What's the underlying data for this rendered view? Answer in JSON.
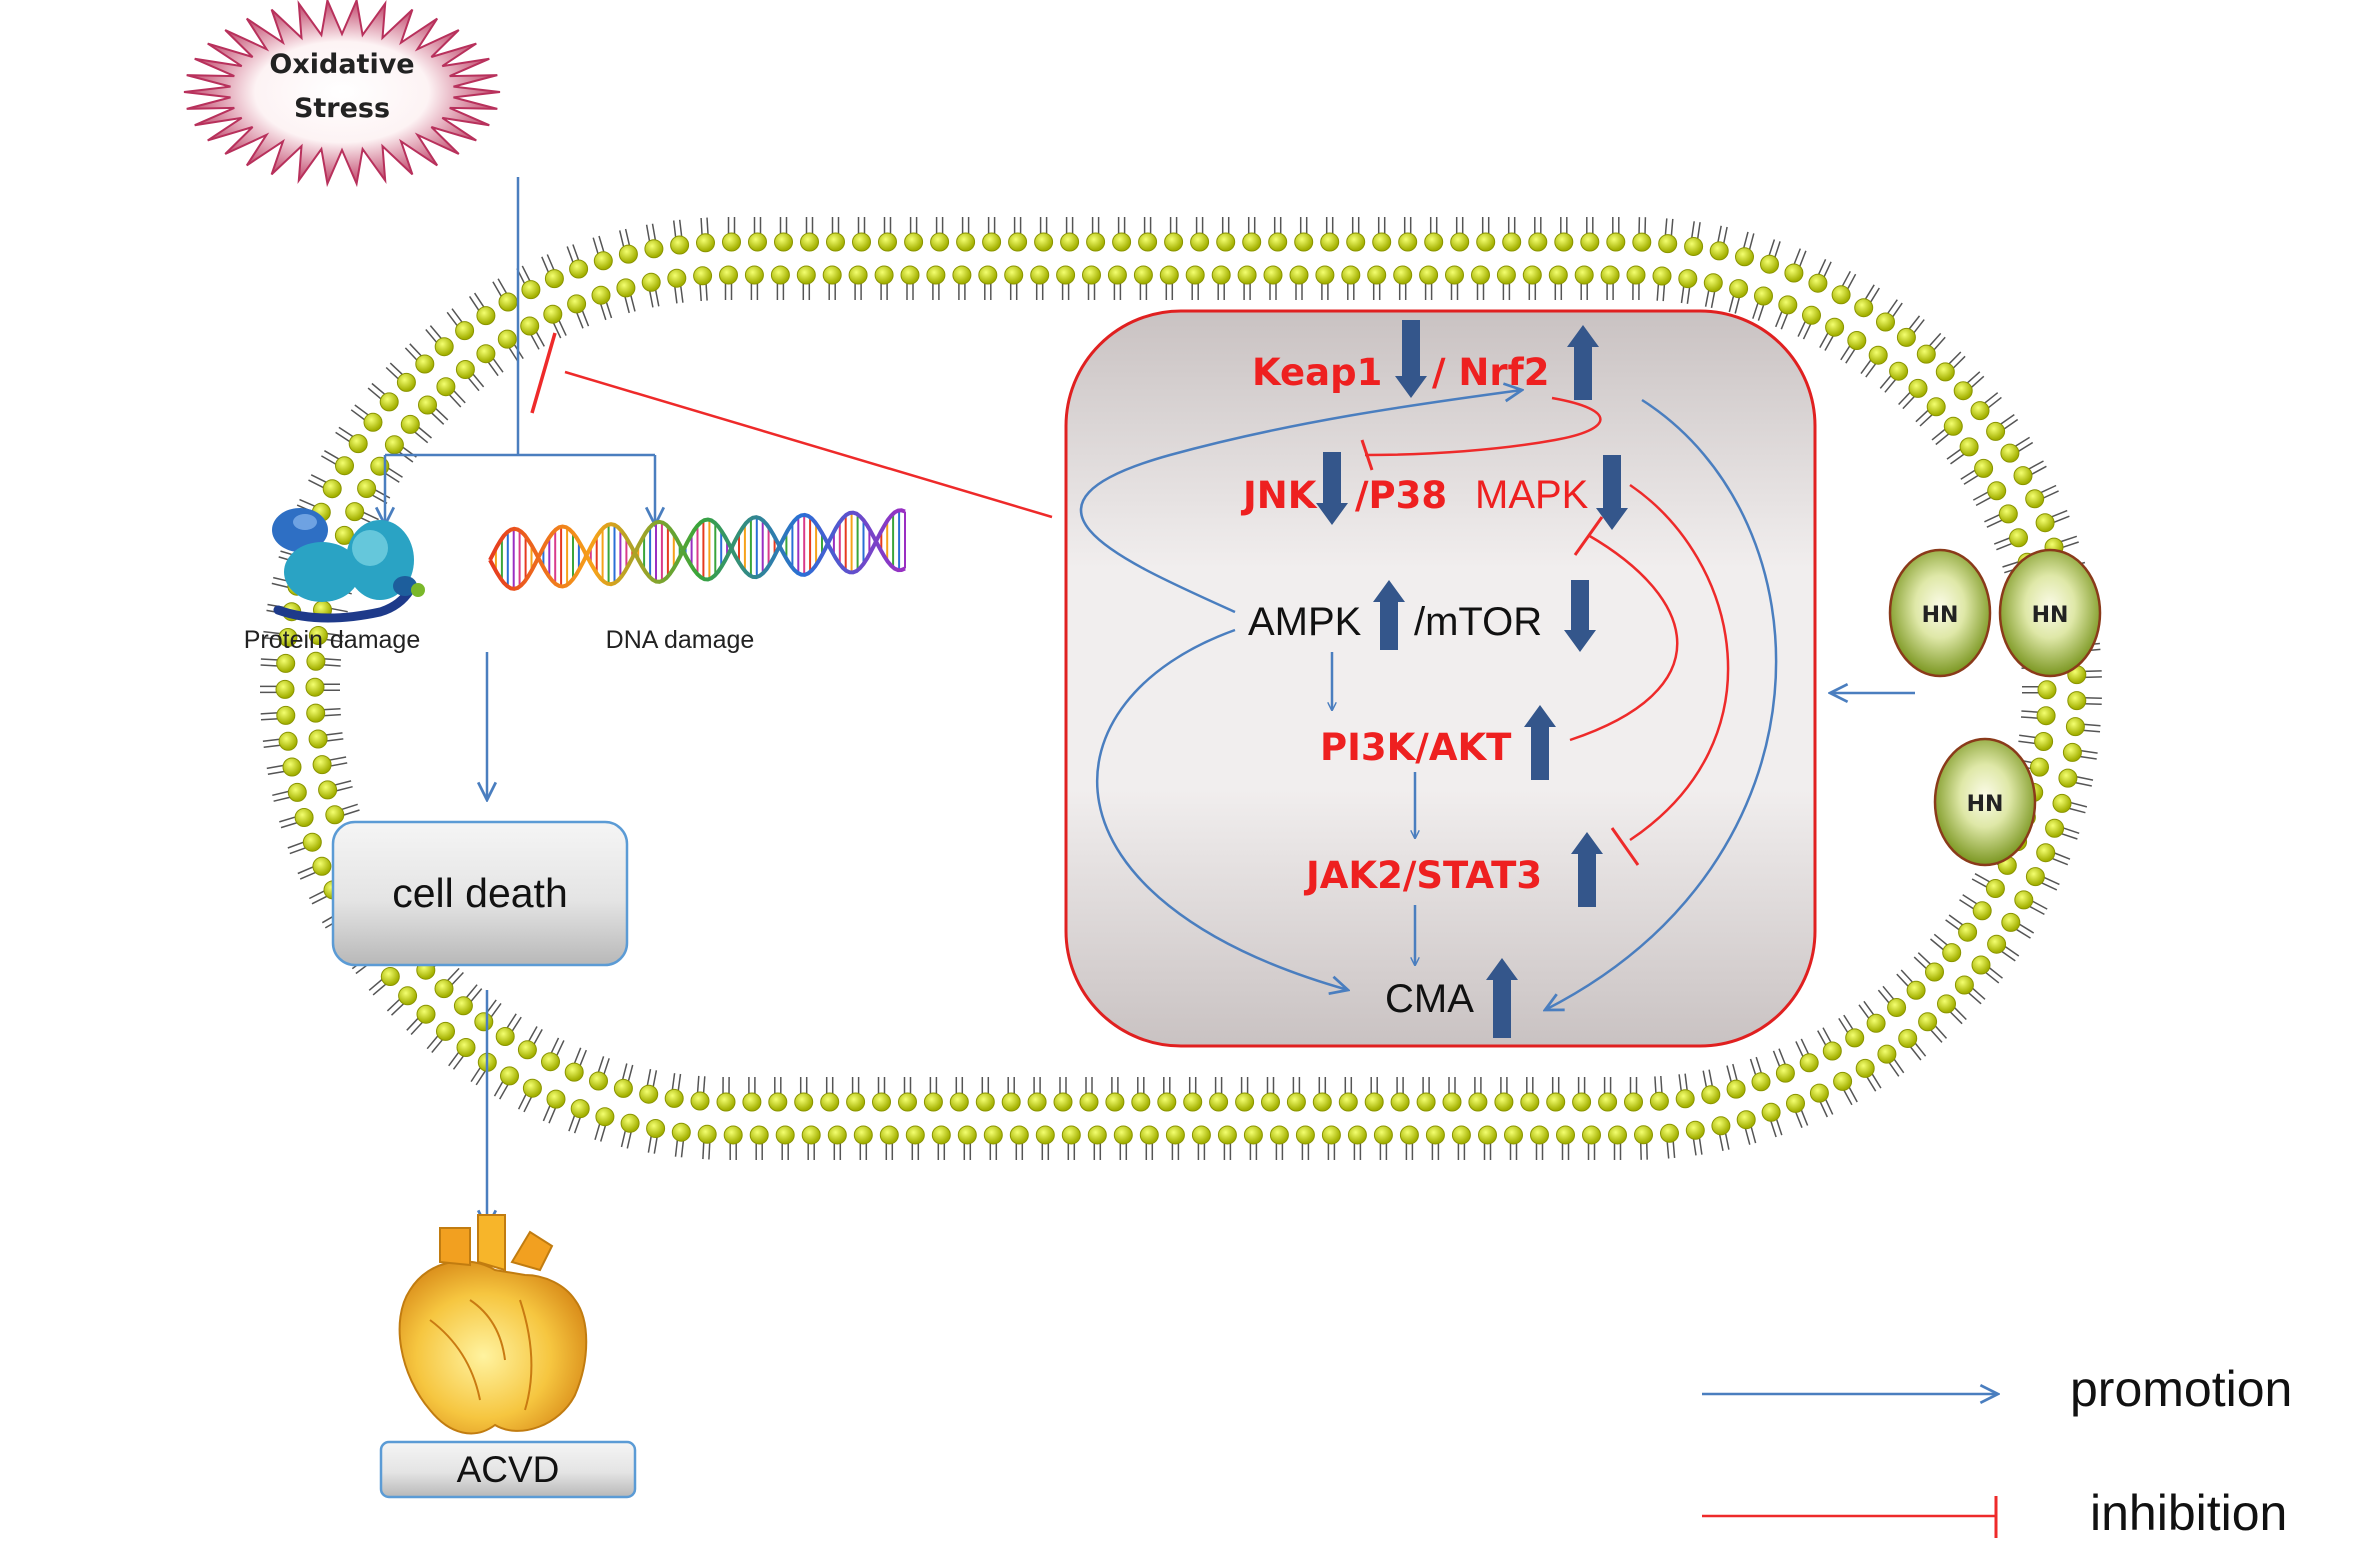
{
  "colors": {
    "promotion": "#4a7ebf",
    "inhibition": "#ee2a2a",
    "membrane_head": "#c8d600",
    "membrane_tail": "#555555",
    "hn_fill": "#8fa52a",
    "box_border": "#e02020",
    "label_red": "#ee2020",
    "arrow_block": "#34568b"
  },
  "stress": {
    "line1": "Oxidative",
    "line2": "Stress"
  },
  "damage": {
    "protein_label": "Protein damage",
    "dna_label": "DNA damage"
  },
  "cell_death_label": "cell death",
  "acvd_label": "ACVD",
  "pathways": {
    "keap1": "Keap1",
    "nrf2": "/ Nrf2",
    "jnk": "JNK",
    "p38": "/P38",
    "mapk": "MAPK",
    "ampk": "AMPK",
    "mtor": "/mTOR",
    "pi3k": "PI3K/AKT",
    "jak2": "JAK2/STAT3",
    "cma": "CMA"
  },
  "hn_molecules": [
    "HN",
    "HN",
    "HN"
  ],
  "legend": {
    "promotion": "promotion",
    "inhibition": "inhibition"
  }
}
